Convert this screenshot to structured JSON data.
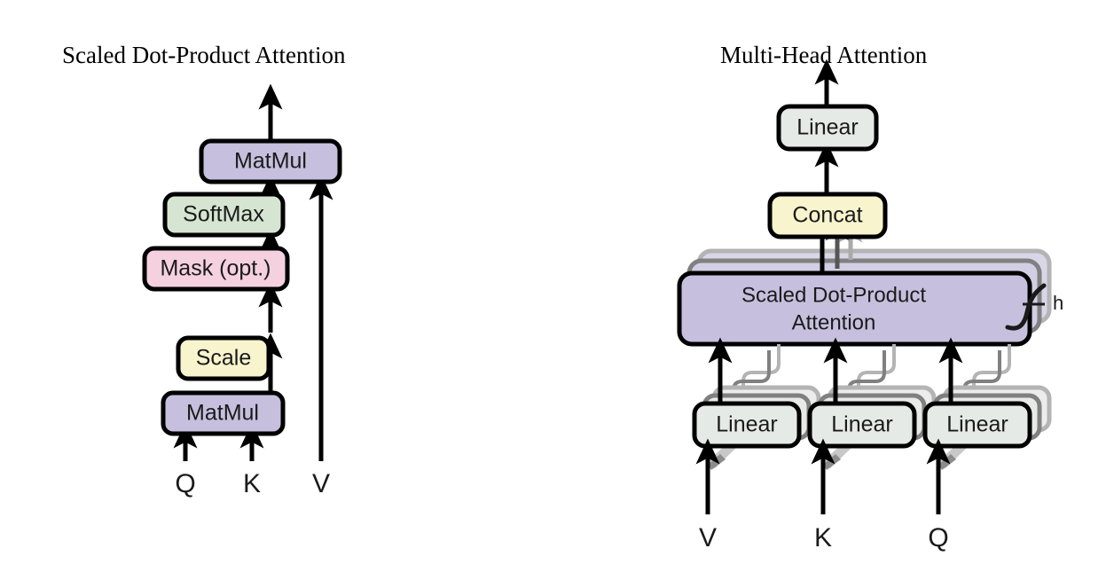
{
  "figure": {
    "panels": [
      {
        "id": "scaled-dot-product-attention",
        "title": "Scaled Dot-Product Attention",
        "blocks": [
          {
            "label": "MatMul",
            "color": "#c6c0de"
          },
          {
            "label": "SoftMax",
            "color": "#d5e5d1"
          },
          {
            "label": "Mask (opt.)",
            "color": "#f5d1e0"
          },
          {
            "label": "Scale",
            "color": "#f8f4cd"
          },
          {
            "label": "MatMul",
            "color": "#c6c0de"
          }
        ],
        "inputs": [
          "Q",
          "K",
          "V"
        ]
      },
      {
        "id": "multi-head-attention",
        "title": "Multi-Head Attention",
        "blocks": [
          {
            "label": "Linear",
            "color": "#e5eae6"
          },
          {
            "label": "Concat",
            "color": "#f8f4cd"
          },
          {
            "label": "Scaled Dot-Product Attention",
            "color": "#c6c0de"
          },
          {
            "label": "Linear",
            "color": "#e5eae6"
          },
          {
            "label": "Linear",
            "color": "#e5eae6"
          },
          {
            "label": "Linear",
            "color": "#e5eae6"
          }
        ],
        "attention_line1": "Scaled Dot-Product",
        "attention_line2": "Attention",
        "heads_label": "h",
        "inputs": [
          "V",
          "K",
          "Q"
        ]
      }
    ],
    "colors": {
      "purple": "#c6c0de",
      "green": "#d5e5d1",
      "pink": "#f5d1e0",
      "yellow": "#f8f4cd",
      "gray_box": "#e5eae6",
      "outline": "#000000",
      "ghost_dark": "#707070",
      "ghost_light": "#b4b4b4",
      "arrow_mid": "#555555",
      "arrow_light": "#aaaaaa"
    }
  }
}
